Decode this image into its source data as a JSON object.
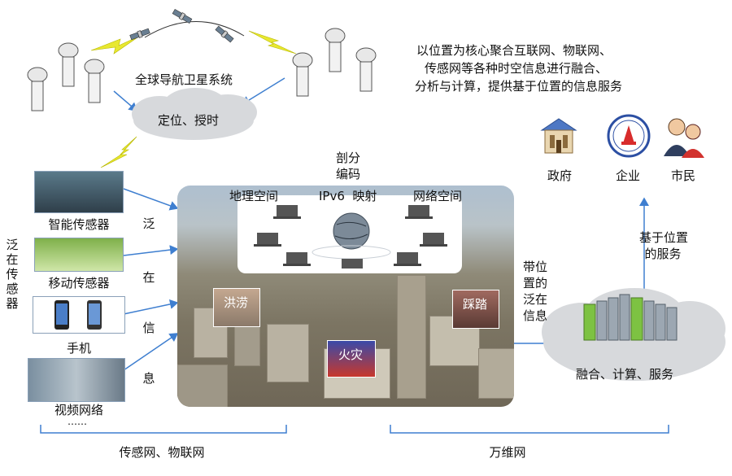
{
  "satellite_system": "全球导航卫星系统",
  "positioning_cloud": "定位、授时",
  "core_text": {
    "line1": "以位置为核心聚合互联网、物联网、",
    "line2": "传感网等各种时空信息进行融合、",
    "line3": "分析与计算，提供基于位置的信息服务"
  },
  "encoding": {
    "line1": "剖分",
    "line2": "编码"
  },
  "mapping_row": {
    "left": "地理空间",
    "middle": "IPv6  映射",
    "right": "网络空间"
  },
  "sensors": {
    "smart": "智能传感器",
    "mobile": "移动传感器",
    "phone": "手机",
    "video": "视频网络",
    "more": "……"
  },
  "left_vertical": [
    "泛",
    "在",
    "传",
    "感",
    "器"
  ],
  "middle_vertical": [
    "泛",
    "在",
    "信",
    "息"
  ],
  "city_events": {
    "flood": "洪涝",
    "fire": "火灾",
    "stampede": "踩踏"
  },
  "with_location": [
    "带位",
    "置的",
    "泛在",
    "信息"
  ],
  "fusion_cloud": "融合、计算、服务",
  "location_service": {
    "line1": "基于位置",
    "line2": "的服务"
  },
  "users": {
    "gov": "政府",
    "enterprise": "企业",
    "citizen": "市民"
  },
  "bottom_labels": {
    "left": "传感网、物联网",
    "right": "万维网"
  },
  "colors": {
    "arrow": "#3f7fd0",
    "lightning": "#e8e830",
    "cloud": "#d7d9dc",
    "server": "#7dc242"
  }
}
